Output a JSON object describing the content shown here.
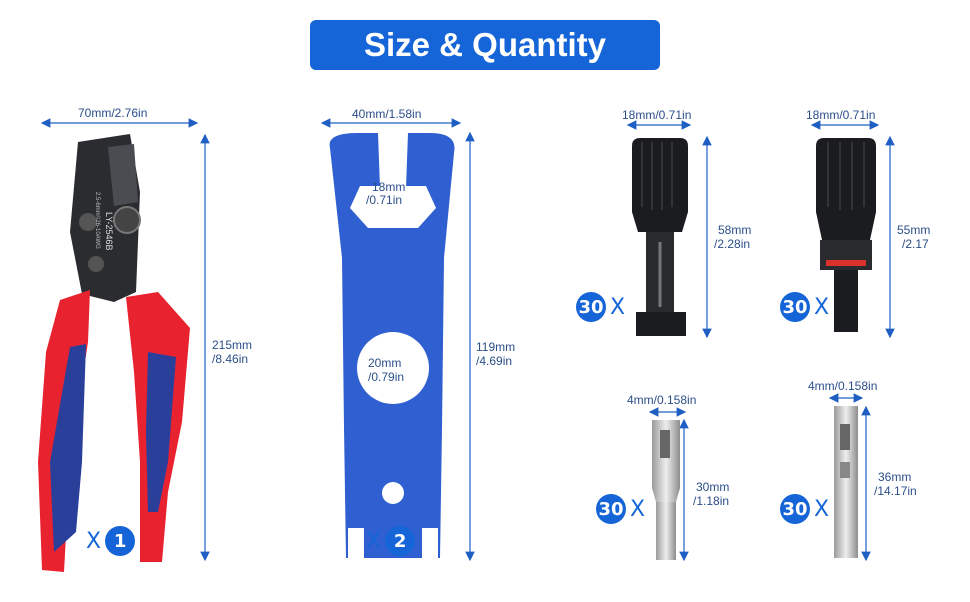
{
  "title": "Size & Quantity",
  "crimper": {
    "width_label": "70mm/2.76in",
    "height_label_1": "215mm",
    "height_label_2": "/8.46in",
    "model_text": "LY-2546B",
    "spec_text": "2.5-6mm²/26-10AWG",
    "qty_prefix": "X",
    "qty": "1"
  },
  "wrench": {
    "width_label": "40mm/1.58in",
    "jaw_label_1": "18mm",
    "jaw_label_2": "/0.71in",
    "hole_label_1": "20mm",
    "hole_label_2": "/0.79in",
    "height_label_1": "119mm",
    "height_label_2": "/4.69in",
    "qty_prefix": "X",
    "qty": "2"
  },
  "connector_male": {
    "width_label": "18mm/0.71in",
    "height_label_1": "58mm",
    "height_label_2": "/2.28in",
    "qty": "30",
    "qty_suffix": "X"
  },
  "connector_female": {
    "width_label": "18mm/0.71in",
    "height_label_1": "55mm",
    "height_label_2": "/2.17",
    "qty": "30",
    "qty_suffix": "X"
  },
  "pin_1": {
    "width_label": "4mm/0.158in",
    "height_label_1": "30mm",
    "height_label_2": "/1.18in",
    "qty": "30",
    "qty_suffix": "X"
  },
  "pin_2": {
    "width_label": "4mm/0.158in",
    "height_label_1": "36mm",
    "height_label_2": "/14.17in",
    "qty": "30",
    "qty_suffix": "X"
  },
  "colors": {
    "accent": "#1565d8",
    "dimension_line": "#1f5fc4",
    "tool_red": "#e8232f",
    "tool_blue": "#2a3f9a",
    "wrench_blue": "#2f5fd0"
  }
}
